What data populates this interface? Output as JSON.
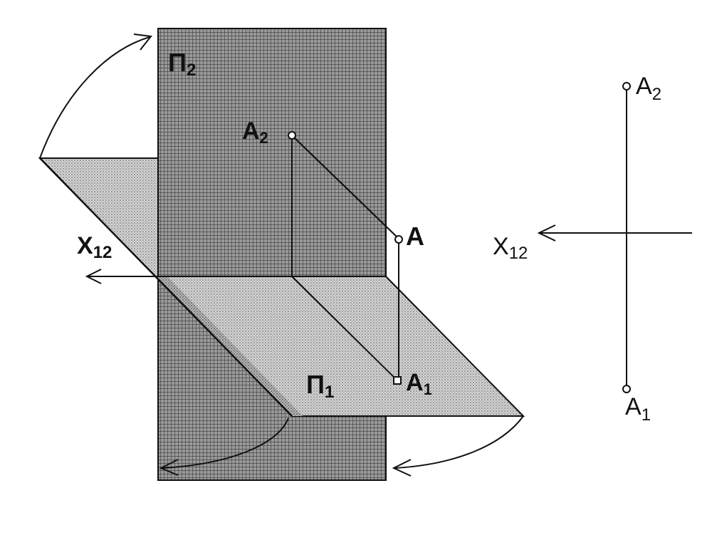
{
  "figure_3d": {
    "plane_vertical": {
      "name": "Π",
      "sub": "2"
    },
    "plane_horizontal": {
      "name": "Π",
      "sub": "1"
    },
    "axis": {
      "name": "X",
      "sub": "12"
    },
    "point": {
      "name": "A"
    },
    "projection_front": {
      "name": "A",
      "sub": "2"
    },
    "projection_top": {
      "name": "A",
      "sub": "1"
    }
  },
  "figure_epure": {
    "axis": {
      "name": "X",
      "sub": "12"
    },
    "projection_front": {
      "name": "A",
      "sub": "2"
    },
    "projection_top": {
      "name": "A",
      "sub": "1"
    }
  },
  "colors": {
    "ink": "#111111",
    "vertical_plane": "#8f8f8f",
    "horizontal_plane": "#c9c9c9",
    "background": "#ffffff"
  }
}
